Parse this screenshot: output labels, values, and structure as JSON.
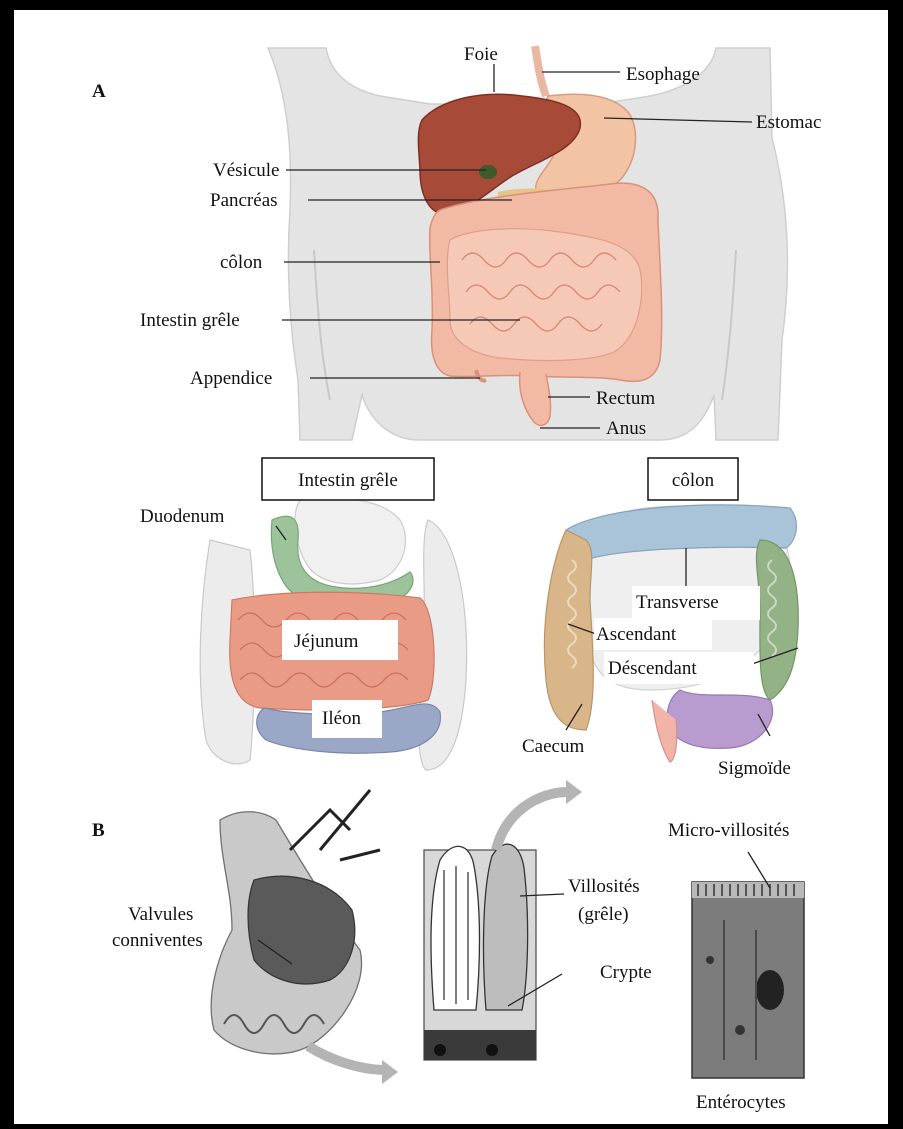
{
  "panel_a": {
    "letter": "A",
    "labels": {
      "foie": "Foie",
      "esophage": "Esophage",
      "estomac": "Estomac",
      "vesicule": "Vésicule",
      "pancreas": "Pancréas",
      "colon": "côlon",
      "intestin_grele": "Intestin grêle",
      "appendice": "Appendice",
      "rectum": "Rectum",
      "anus": "Anus"
    }
  },
  "small_intestine": {
    "title": "Intestin grêle",
    "labels": {
      "duodenum": "Duodenum",
      "jejunum": "Jéjunum",
      "ileon": "Iléon"
    }
  },
  "colon_detail": {
    "title": "côlon",
    "labels": {
      "transverse": "Transverse",
      "ascendant": "Ascendant",
      "descendant": "Déscendant",
      "caecum": "Caecum",
      "sigmoide": "Sigmoïde"
    }
  },
  "panel_b": {
    "letter": "B",
    "labels": {
      "valvules_1": "Valvules",
      "valvules_2": "conniventes",
      "villosites_1": "Villosités",
      "villosites_2": "(grêle)",
      "crypte": "Crypte",
      "micro_villosites": "Micro-villosités",
      "enterocytes": "Entérocytes"
    }
  },
  "colors": {
    "body": "#e4e4e4",
    "liver": "#a84a38",
    "stomach": "#f3c4a4",
    "intestine": "#f2b9a4",
    "colon_segment_transverse": "#a9c3d9",
    "colon_segment_ascendant": "#d9b689",
    "colon_segment_descendant": "#93b386",
    "colon_segment_sigmoide": "#b99ccf",
    "duodenum": "#9cc39a",
    "ileon": "#9aa7c6"
  }
}
